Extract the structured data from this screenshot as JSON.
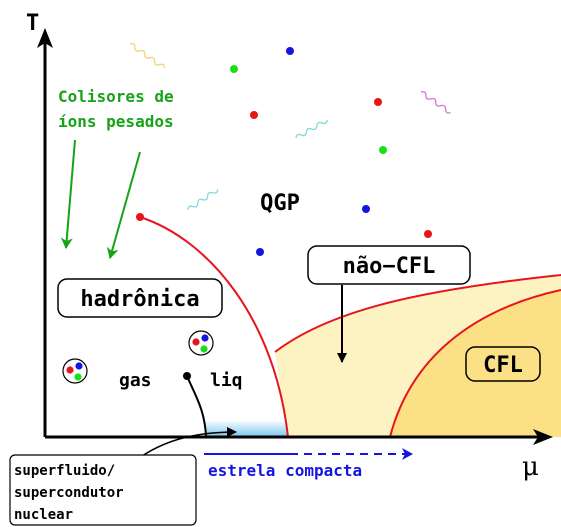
{
  "axes": {
    "y_label": "T",
    "x_label": "μ"
  },
  "phases": {
    "qgp": "QGP",
    "nao_cfl": "não−CFL",
    "hadronica": "hadrônica",
    "cfl": "CFL"
  },
  "labels": {
    "colisores_line1": "Colisores de",
    "colisores_line2": "íons pesados",
    "gas": "gas",
    "liq": "liq",
    "estrela": "estrela compacta",
    "superfluido_line1": "superfluido/",
    "superfluido_line2": "supercondutor",
    "superfluido_line3": "nuclear"
  },
  "colors": {
    "boundary": "#e8141c",
    "arrow_green": "#17a317",
    "arrow_blue": "#1515e0",
    "non_cfl_fill": "#fdf2c2",
    "cfl_fill": "#fbe085",
    "nuclear_fill": "#9fd3f0"
  },
  "icons": {
    "quark_red": "red-dot-icon",
    "quark_green": "green-dot-icon",
    "quark_blue": "blue-dot-icon",
    "gluon": "gluon-wave-icon",
    "hadron": "hadron-icon"
  }
}
